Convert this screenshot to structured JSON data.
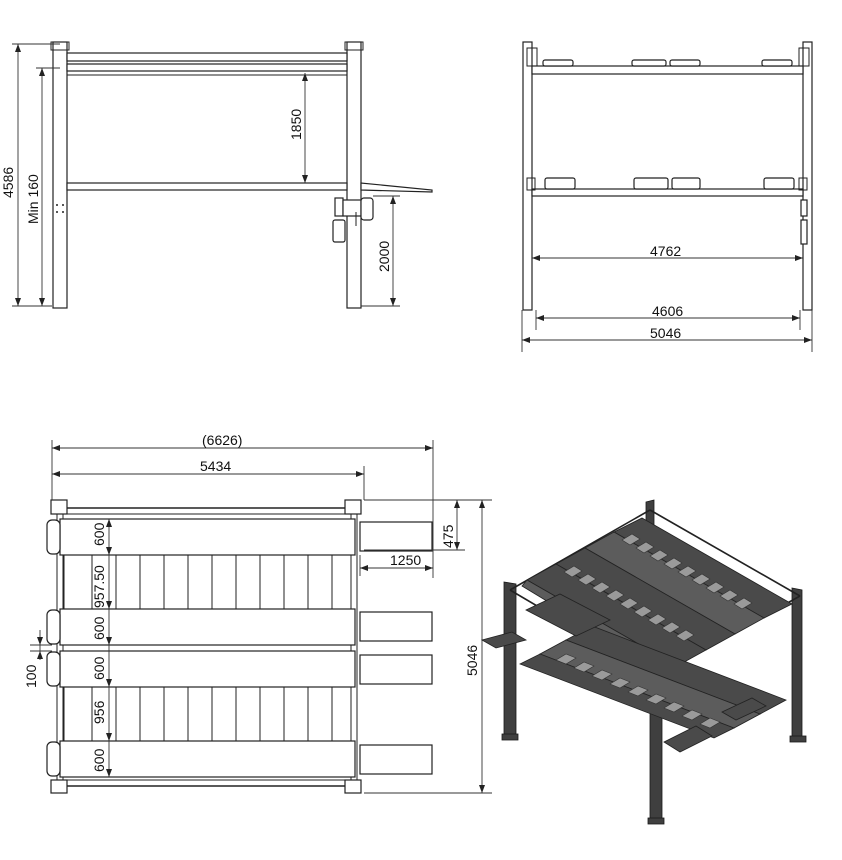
{
  "side_view": {
    "dim_total_height": "4586",
    "dim_min": "Min 160",
    "dim_upper_clearance": "1850",
    "dim_lower_height": "2000"
  },
  "front_view": {
    "dim_inner_width": "4762",
    "dim_post_spacing": "4606",
    "dim_outer_width": "5046"
  },
  "plan_view": {
    "dim_overall_length": "(6626)",
    "dim_frame_length": "5434",
    "dim_post_offset": "475",
    "dim_ramp_length": "1250",
    "dim_runway_1": "600",
    "dim_gap_1": "957.50",
    "dim_runway_2": "600",
    "dim_center_gap": "100",
    "dim_runway_3": "600",
    "dim_gap_2": "956",
    "dim_runway_4": "600",
    "dim_overall_width": "5046"
  }
}
